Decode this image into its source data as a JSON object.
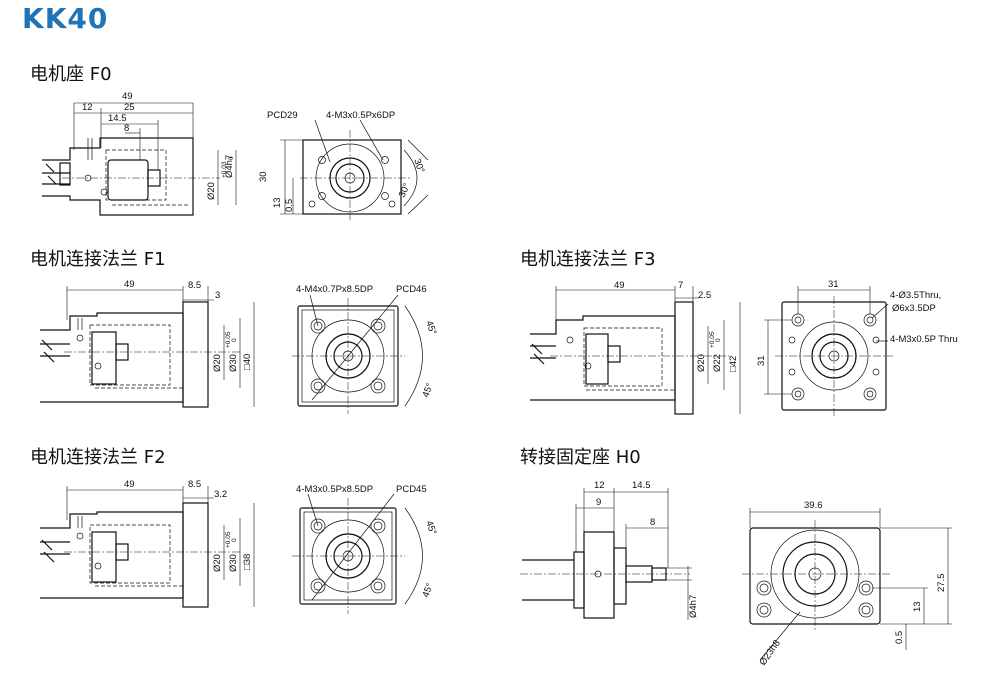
{
  "title": "KK40",
  "sections": {
    "f0": {
      "heading": "电机座 F0",
      "dims": {
        "d49": "49",
        "d12": "12",
        "d25": "25",
        "d145": "14.5",
        "d8": "8",
        "h4h7": "Ø4h7",
        "d20tol": "Ø20",
        "tol_up": "+0.03",
        "tol_lo": "0",
        "pcd": "PCD29",
        "screw": "4-M3x0.5Px6DP",
        "d30": "30",
        "d13": "13",
        "d05": "0.5",
        "a30a": "30°",
        "a30b": "30°"
      }
    },
    "f1": {
      "heading": "电机连接法兰 F1",
      "dims": {
        "d49": "49",
        "d85": "8.5",
        "d3": "3",
        "d20": "Ø20",
        "d30": "Ø30",
        "tol_up": "+0.05",
        "tol_lo": "0",
        "sq": "□40",
        "screw": "4-M4x0.7Px8.5DP",
        "pcd": "PCD46",
        "a45a": "45°",
        "a45b": "45°"
      }
    },
    "f3": {
      "heading": "电机连接法兰 F3",
      "dims": {
        "d49": "49",
        "d7": "7",
        "d25": "2.5",
        "d20": "Ø20",
        "d22": "Ø22",
        "tol_up": "+0.05",
        "tol_lo": "0",
        "sq": "□42",
        "d31top": "31",
        "d31side": "31",
        "thru1": "4-Ø3.5Thru,",
        "thru2": "Ø6x3.5DP",
        "thru3": "4-M3x0.5P Thru"
      }
    },
    "f2": {
      "heading": "电机连接法兰 F2",
      "dims": {
        "d49": "49",
        "d85": "8.5",
        "d32": "3.2",
        "d20": "Ø20",
        "d30": "Ø30",
        "tol_up": "+0.05",
        "tol_lo": "0",
        "sq": "□38",
        "screw": "4-M3x0.5Px8.5DP",
        "pcd": "PCD45",
        "a45a": "45°",
        "a45b": "45°"
      }
    },
    "h0": {
      "heading": "转接固定座 H0",
      "dims": {
        "d12": "12",
        "d145": "14.5",
        "d9": "9",
        "d8": "8",
        "h4h7": "Ø4h7",
        "d396": "39.6",
        "d275": "27.5",
        "d13": "13",
        "d05": "0.5",
        "h23": "Ø23h8"
      }
    }
  }
}
